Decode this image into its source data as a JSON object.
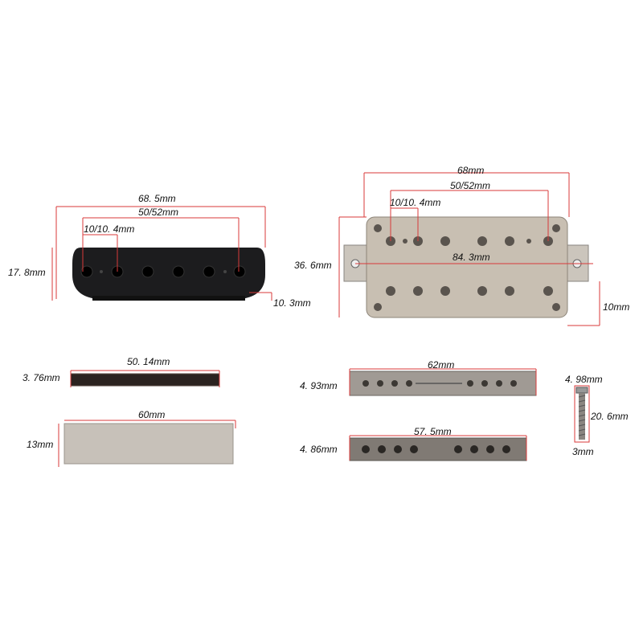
{
  "colors": {
    "dimension_line": "#d93a3a",
    "bobbin": "#1c1c1e",
    "cover": "#c8bfb2",
    "bar": "#2b2320",
    "baseplate": "#c7c1b9",
    "keeper": "#a09a94"
  },
  "dimensions": {
    "bobbin_width": "68. 5mm",
    "bobbin_pole_spacing": "50/52mm",
    "bobbin_pole_gap": "10/10. 4mm",
    "bobbin_height": "17. 8mm",
    "bobbin_thickness": "10. 3mm",
    "cover_width": "68mm",
    "cover_pole_spacing": "50/52mm",
    "cover_pole_gap": "10/10. 4mm",
    "cover_height": "36. 6mm",
    "cover_mount_span": "84. 3mm",
    "cover_thickness": "10mm",
    "magnet_length": "50. 14mm",
    "magnet_thickness": "3. 76mm",
    "baseplate_length": "60mm",
    "baseplate_height": "13mm",
    "keeper_a_length": "62mm",
    "keeper_a_height": "4. 93mm",
    "keeper_b_length": "57. 5mm",
    "keeper_b_height": "4. 86mm",
    "screw_head": "4. 98mm",
    "screw_length": "20. 6mm",
    "screw_diameter": "3mm"
  }
}
